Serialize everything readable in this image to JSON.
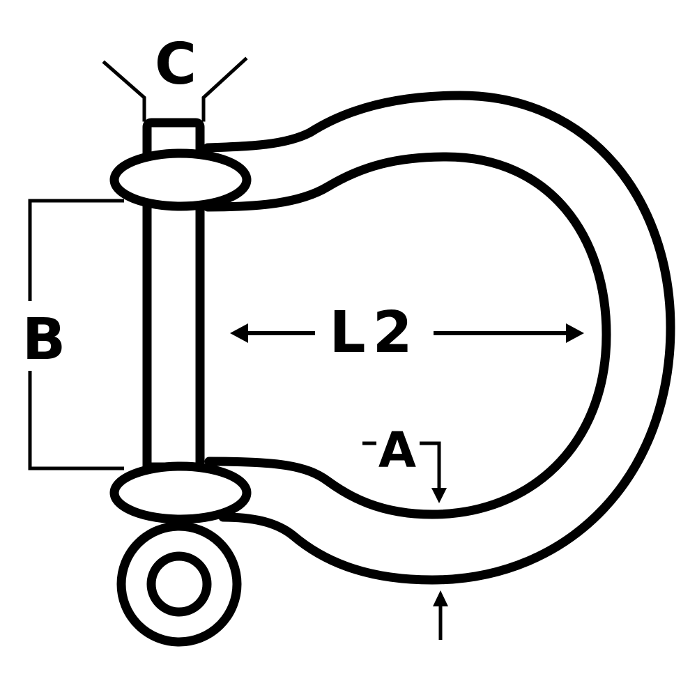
{
  "diagram": {
    "labels": {
      "c": "C",
      "b": "B",
      "l2": "L2",
      "a": "A"
    }
  }
}
